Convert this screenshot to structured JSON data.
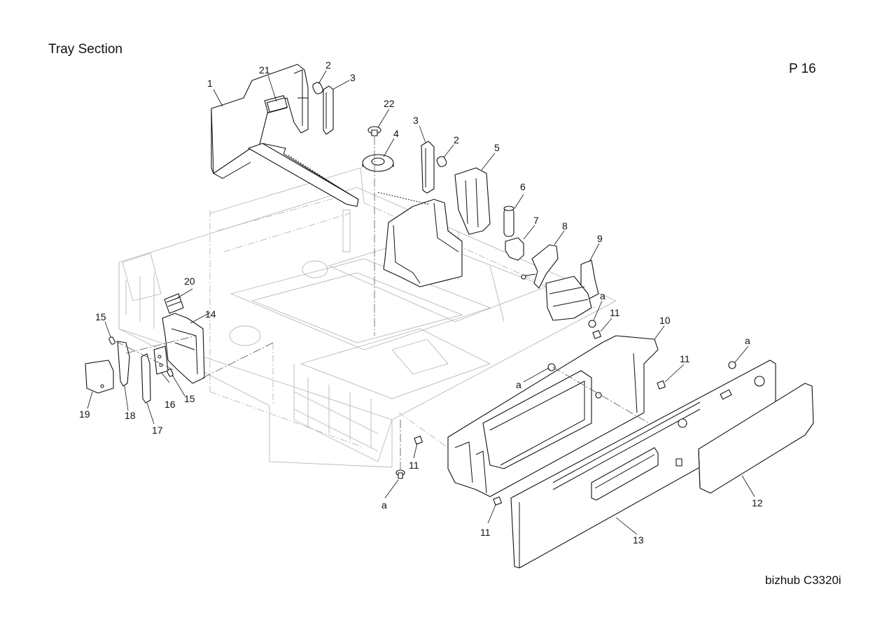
{
  "header": {
    "title": "Tray Section",
    "page": "P 16"
  },
  "footer": {
    "model": "bizhub C3320i"
  },
  "callouts": {
    "c1": "1",
    "c2a": "2",
    "c2b": "2",
    "c3a": "3",
    "c3b": "3",
    "c4": "4",
    "c5": "5",
    "c6": "6",
    "c7": "7",
    "c8": "8",
    "c9": "9",
    "c10": "10",
    "c11a": "11",
    "c11b": "11",
    "c11c": "11",
    "c11d": "11",
    "c12": "12",
    "c13": "13",
    "c14": "14",
    "c15a": "15",
    "c15b": "15",
    "c16": "16",
    "c17": "17",
    "c18": "18",
    "c19": "19",
    "c20": "20",
    "c21": "21",
    "c22": "22",
    "ca1": "a",
    "ca2": "a",
    "ca3": "a",
    "ca4": "a"
  }
}
